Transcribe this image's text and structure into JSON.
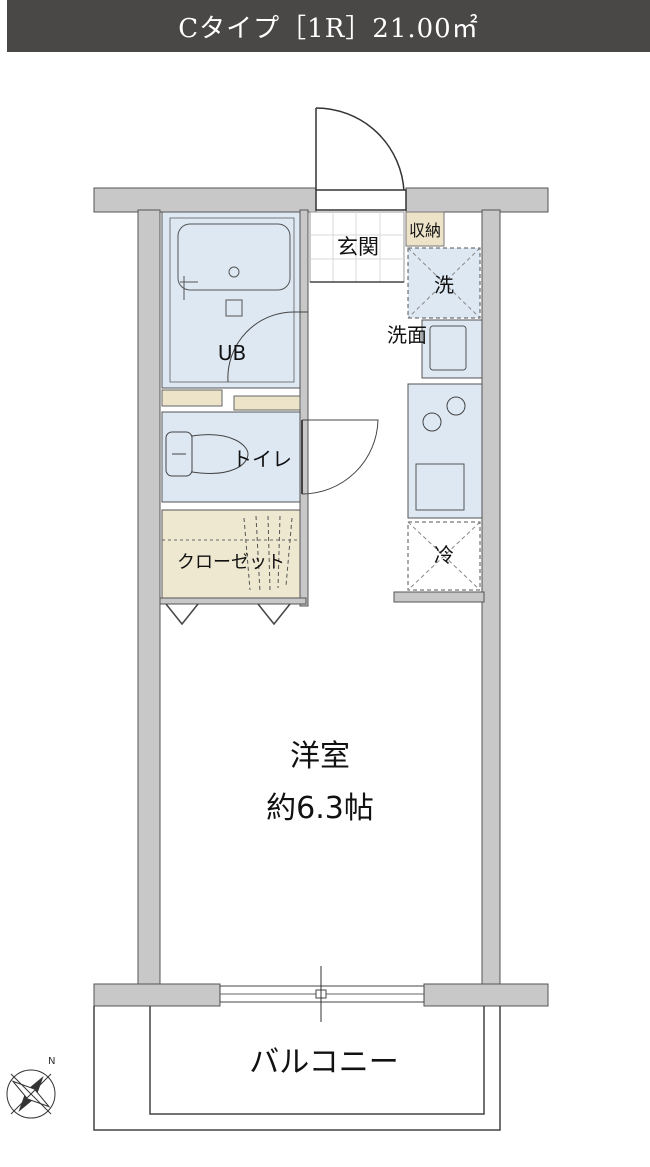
{
  "header": {
    "title": "Cタイプ［1R］21.00㎡"
  },
  "rooms": {
    "entrance": "玄関",
    "storage": "収納",
    "washer": "洗",
    "washbasin": "洗面",
    "unit_bath": "UB",
    "toilet": "トイレ",
    "closet": "クローゼット",
    "fridge": "冷",
    "main_room": "洋室",
    "main_room_size": "約6.3帖",
    "balcony": "バルコニー"
  },
  "compass": {
    "north_label": "N"
  },
  "colors": {
    "wall": "#c8c8c8",
    "wet_area": "#dde8f3",
    "closet": "#eee8d1",
    "storage": "#ece3c9",
    "title_bar": "#4a4747"
  }
}
